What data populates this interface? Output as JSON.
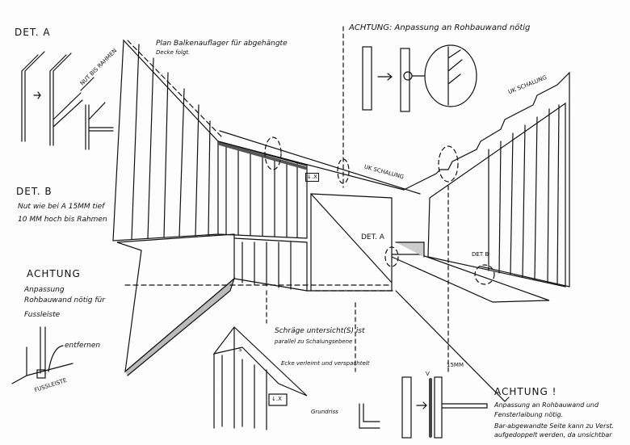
{
  "det_a": {
    "title": "DET. A",
    "arrow_label": "NUT BIS RAHMEN"
  },
  "plan_note": {
    "line1": "Plan Balkenauflager für abgehängte",
    "line2": "Decke folgt."
  },
  "top_warning": {
    "text": "ACHTUNG: Anpassung an Rohbauwand nötig"
  },
  "uk_schalung_left": "UK SCHALUNG",
  "uk_schalung_right": "UK SCHALUNG",
  "det_b": {
    "title": "DET. B",
    "line1": "Nut wie bei A 15MM tief",
    "line2": "10 MM hoch bis Rahmen"
  },
  "left_warning": {
    "title": "ACHTUNG",
    "line1": "Anpassung",
    "line2": "Rohbauwand nötig für",
    "line3": "Fussleiste",
    "remove": "entfernen",
    "skirting": "FUSSLEISTE"
  },
  "center": {
    "det_a_ref": "DET. A",
    "det_b_ref": "DET B",
    "marker": "↓.X",
    "marker2": "↓.X",
    "v_label": "V",
    "s_label": "S"
  },
  "slope_note": {
    "line1": "Schräge untersicht(S) ist",
    "line2": "parallel zu Schalungsebene"
  },
  "corner_note": "Ecke verleimt und verspachtelt",
  "plan_label": "Grundriss",
  "dimension": "15MM",
  "bottom_warning": {
    "title": "ACHTUNG !",
    "line1": "Anpassung an Rohbauwand und",
    "line2": "Fensterlaibung nötig.",
    "line3": "Bar-abgewandte Seite kann zu Verst.",
    "line4": "aufgedoppelt werden, da unsichtbar"
  }
}
